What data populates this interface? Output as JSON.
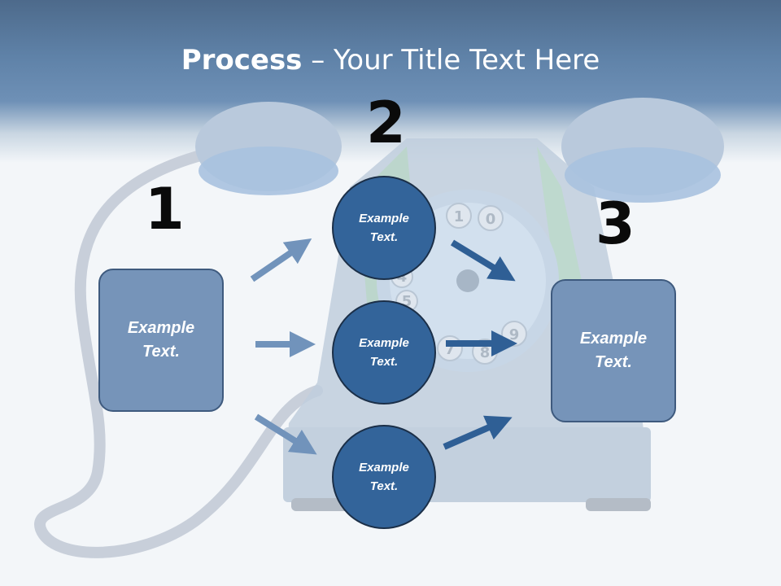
{
  "title": {
    "bold": "Process",
    "rest": " – Your Title Text Here"
  },
  "steps": [
    {
      "number": "1",
      "label": "Example Text."
    },
    {
      "number": "2",
      "circles": [
        "Example Text.",
        "Example Text.",
        "Example Text."
      ]
    },
    {
      "number": "3",
      "label": "Example Text."
    }
  ],
  "background": {
    "dial_digits": [
      "1",
      "0",
      "9",
      "8",
      "7",
      "5",
      "4"
    ]
  },
  "colors": {
    "header_dark": "#4d6a8b",
    "box_fill": "#7694b9",
    "circle_fill": "#33649a",
    "arrow_light": "#7193bb",
    "arrow_dark": "#2f5f95"
  }
}
